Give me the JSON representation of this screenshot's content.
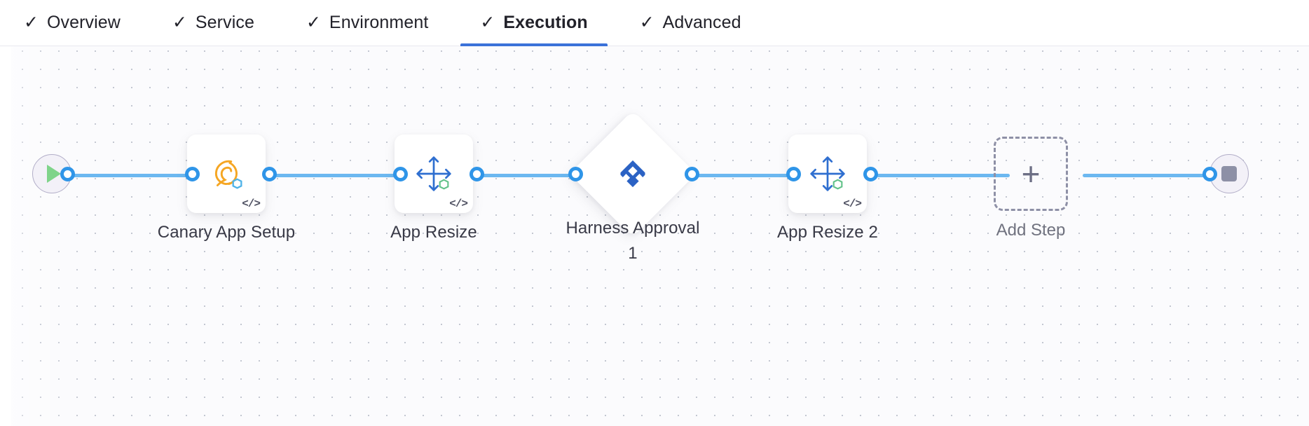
{
  "tabs": {
    "items": [
      {
        "label": "Overview",
        "check": "✓",
        "active": false
      },
      {
        "label": "Service",
        "check": "✓",
        "active": false
      },
      {
        "label": "Environment",
        "check": "✓",
        "active": false
      },
      {
        "label": "Execution",
        "check": "✓",
        "active": true
      },
      {
        "label": "Advanced",
        "check": "✓",
        "active": false
      }
    ],
    "active_index": 3,
    "active_underline_color": "#3b72d9"
  },
  "canvas": {
    "connector_color": "#6cb8f0",
    "port_color": "#2f95e8",
    "background": "#fbfbfd",
    "dot_color": "#c3c7d1"
  },
  "pipeline": {
    "start": {
      "name": "start-node",
      "icon": "play-icon",
      "icon_color": "#7fd48a"
    },
    "end": {
      "name": "end-node",
      "icon": "stop-icon",
      "icon_color": "#8d90a6"
    },
    "steps": [
      {
        "label": "Canary App Setup",
        "icon": "canary-bird-icon",
        "icon_color": "#f5a623",
        "badge": "</>",
        "shape": "rounded-square"
      },
      {
        "label": "App Resize",
        "icon": "resize-arrows-icon",
        "icon_color": "#2f6fd0",
        "badge": "</>",
        "shape": "rounded-square"
      },
      {
        "label": "Harness Approval 1",
        "icon": "harness-logo-icon",
        "icon_color": "#2b62c4",
        "badge": "",
        "shape": "diamond"
      },
      {
        "label": "App Resize 2",
        "icon": "resize-arrows-icon",
        "icon_color": "#2f6fd0",
        "badge": "</>",
        "shape": "rounded-square"
      }
    ],
    "add_step": {
      "label": "Add Step",
      "plus": "+"
    }
  }
}
